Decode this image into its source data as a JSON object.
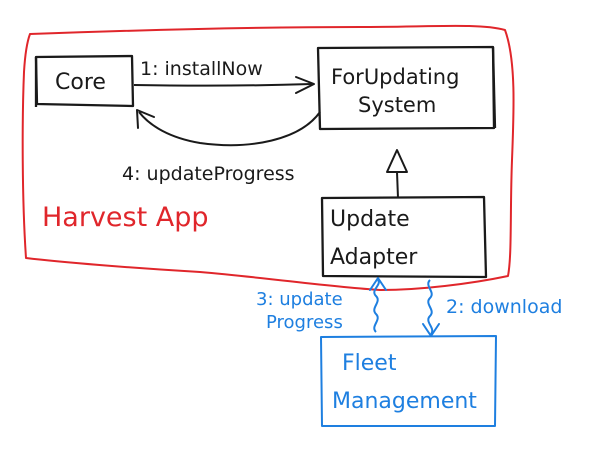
{
  "diagram": {
    "container": {
      "label": "Harvest App",
      "color": "#e0262b"
    },
    "nodes": {
      "core": "Core",
      "for_updating_system_line1": "ForUpdating",
      "for_updating_system_line2": "System",
      "update_adapter_line1": "Update",
      "update_adapter_line2": "Adapter",
      "fleet_management_line1": "Fleet",
      "fleet_management_line2": "Management"
    },
    "messages": {
      "install_now": "1: installNow",
      "update_progress_4": "4: updateProgress",
      "update_progress_3_line1": "3: update",
      "update_progress_3_line2": "Progress",
      "download": "2: download"
    },
    "colors": {
      "ink": "#1a1a1a",
      "external": "#1e7fe0"
    }
  }
}
